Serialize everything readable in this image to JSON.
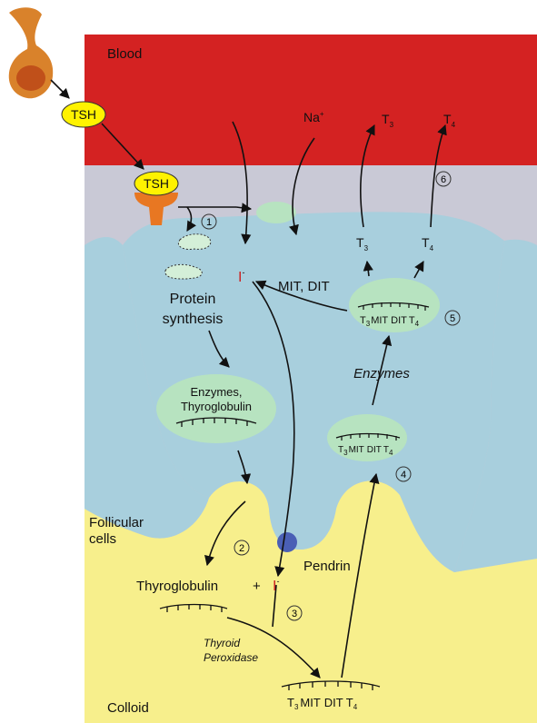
{
  "colors": {
    "blood": "#d42222",
    "interstitial": "#c9c9d6",
    "cell": "#a8cfdd",
    "colloid": "#f7ef8c",
    "vesicle": "#b7e3c0",
    "tsh": "#fff200",
    "receptor": "#e87722",
    "pendrin": "#4a5fb5",
    "iodide": "#cc2222",
    "gland": "#d9822b"
  },
  "regions": {
    "blood": "Blood",
    "follicular_line1": "Follicular",
    "follicular_line2": "cells",
    "colloid": "Colloid"
  },
  "hormone": {
    "tsh_outside": "TSH",
    "tsh_receptor": "TSH"
  },
  "steps": {
    "s1": "1",
    "s2": "2",
    "s3": "3",
    "s4": "4",
    "s5": "5",
    "s6": "6"
  },
  "labels": {
    "protein_line1": "Protein",
    "protein_line2": "synthesis",
    "enzymes_thyro_line1": "Enzymes,",
    "enzymes_thyro_line2": "Thyroglobulin",
    "enzymes": "Enzymes",
    "mit_dit": "MIT, DIT",
    "pendrin": "Pendrin",
    "thyroglobulin": "Thyroglobulin",
    "plus": "+",
    "tpo_line1": "Thyroid",
    "tpo_line2": "Peroxidase"
  },
  "ions": {
    "iodide_in_cell": "I",
    "iodide_colloid": "I",
    "iodide_charge": "-",
    "sodium": "Na",
    "sodium_charge": "+"
  },
  "hormones_out": {
    "t": "T",
    "sub3": "3",
    "sub4": "4"
  },
  "residues": {
    "t": "T",
    "sub3": "3",
    "sub4": "4",
    "mit": "MIT",
    "dit": "DIT"
  }
}
